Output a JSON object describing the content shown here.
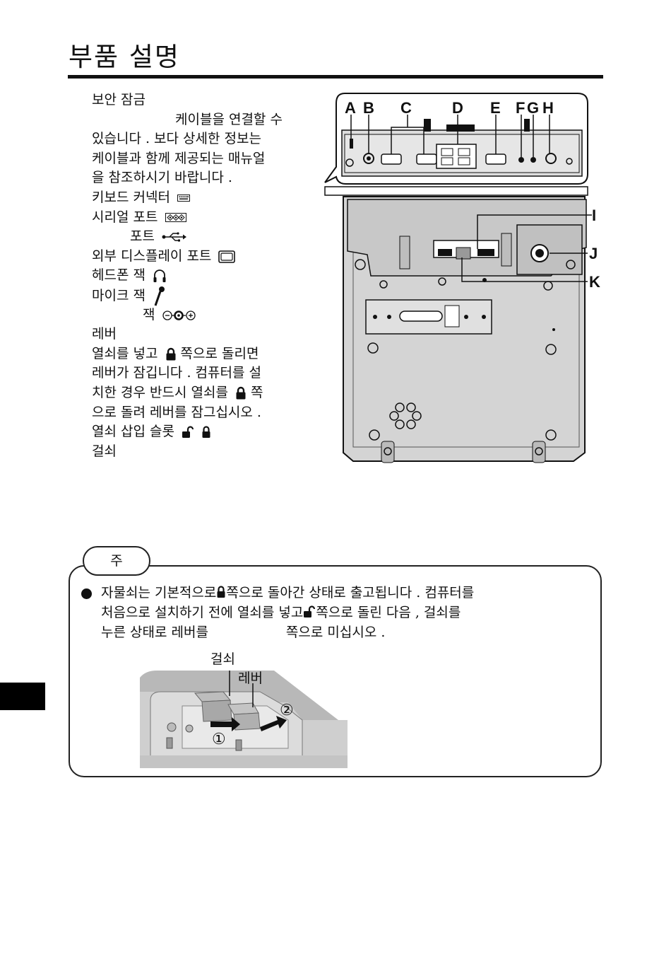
{
  "page": {
    "title": "부품 설명"
  },
  "parts_list": [
    {
      "id": "security-lock-heading",
      "text": "보안 잠금"
    },
    {
      "id": "security-lock-desc-1",
      "text": "케이블을 연결할 수"
    },
    {
      "id": "security-lock-desc-2",
      "text": "있습니다 . 보다 상세한 정보는"
    },
    {
      "id": "security-lock-desc-3",
      "text": "케이블과 함께 제공되는  매뉴얼"
    },
    {
      "id": "security-lock-desc-4",
      "text": "을 참조하시기 바랍니다 ."
    },
    {
      "id": "keyboard-connector",
      "text": "키보드 커넥터",
      "icon": "keyboard-icon"
    },
    {
      "id": "serial-port",
      "text": "시리얼 포트",
      "icon": "serial-port-icon"
    },
    {
      "id": "usb-port",
      "text": "포트",
      "icon": "usb-icon"
    },
    {
      "id": "external-display-port",
      "text": "외부 디스플레이 포트",
      "icon": "display-port-icon"
    },
    {
      "id": "headphone-jack",
      "text": "헤드폰 잭",
      "icon": "headphone-icon"
    },
    {
      "id": "mic-jack",
      "text": "마이크 잭",
      "icon": "microphone-icon"
    },
    {
      "id": "dc-jack",
      "text": "잭",
      "icon": "dc-polarity-icon"
    },
    {
      "id": "lever-heading",
      "text": "레버"
    },
    {
      "id": "lever-desc-1",
      "text": "열쇠를 넣고",
      "text_after": "쪽으로 돌리면"
    },
    {
      "id": "lever-desc-2",
      "text": "레버가 잠깁니다 . 컴퓨터를 설"
    },
    {
      "id": "lever-desc-3",
      "text": "치한 경우 반드시 열쇠를",
      "text_after": "쪽"
    },
    {
      "id": "lever-desc-4",
      "text": "으로 돌려 레버를 잠그십시오 ."
    },
    {
      "id": "key-slot",
      "text": "열쇠 삽입 슬롯"
    },
    {
      "id": "latch",
      "text": "걸쇠"
    }
  ],
  "figure": {
    "top_labels": [
      "A",
      "B",
      "C",
      "D",
      "E",
      "F",
      "G",
      "H"
    ],
    "side_labels": [
      "I",
      "J",
      "K"
    ]
  },
  "note": {
    "tag": "주",
    "line1_a": "자물쇠는 기본적으로",
    "line1_b": "쪽으로 돌아간 상태로 출고됩니다 . 컴퓨터를",
    "line2_a": "처음으로 설치하기 전에 열쇠를 넣고",
    "line2_b": "쪽으로 돌린 다음 , 걸쇠를",
    "line3_a": "누른 상태로 레버를",
    "line3_b": "쪽으로 미십시오 .",
    "photo_labels": {
      "latch": "걸쇠",
      "lever": "레버",
      "step1": "①",
      "step2": "②"
    }
  },
  "colors": {
    "ink": "#111111",
    "plate": "#d4d4d4",
    "photo_bg": "#cfcfcf"
  }
}
